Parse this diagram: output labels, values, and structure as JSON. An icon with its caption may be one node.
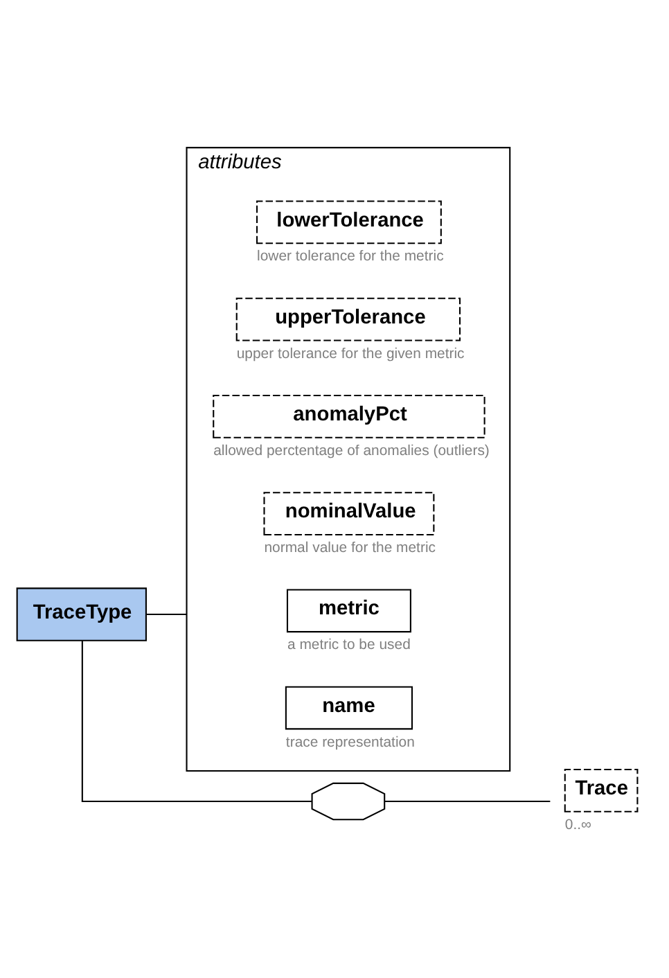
{
  "diagram": {
    "nodes": [
      {
        "text": [
          "TraceType"
        ]
      },
      {
        "text": [
          "attributes"
        ]
      },
      {
        "text": [
          "name"
        ],
        "in": 1,
        "beside": [
          "trace representation"
        ]
      },
      {
        "text": [
          "metric"
        ],
        "in": 1,
        "beside": [
          "a metric to be used"
        ]
      },
      {
        "text": [
          "nominalValue"
        ],
        "in": 1,
        "beside": [
          "normal value for the metric"
        ]
      },
      {
        "text": [
          "anomalyPct"
        ],
        "in": 1,
        "beside": [
          "allowed perctentage of anomalies (outliers)"
        ]
      },
      {
        "text": [
          "upperTolerance"
        ],
        "in": 1,
        "beside": [
          "upper tolerance for the given metric"
        ]
      },
      {
        "text": [
          "lowerTolerance"
        ],
        "in": 1,
        "beside": [
          "lower tolerance for the metric"
        ]
      },
      {
        "text": [],
        "shape": "octagon"
      },
      {
        "text": [
          "Trace"
        ],
        "beside": [
          "0..∞"
        ]
      }
    ],
    "edges": [
      {
        "from": 0,
        "to": 1,
        "arrow": "none"
      },
      {
        "from": 0,
        "to": 8,
        "arrow": "none"
      },
      {
        "from": 8,
        "to": 9,
        "arrow": "none"
      }
    ]
  }
}
